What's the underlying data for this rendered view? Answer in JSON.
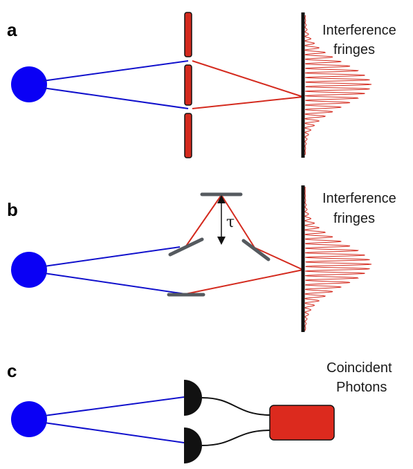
{
  "panels": {
    "a": {
      "label": "a",
      "caption_line1": "Interference",
      "caption_line2": "fringes"
    },
    "b": {
      "label": "b",
      "caption_line1": "Interference",
      "caption_line2": "fringes",
      "delay_symbol": "τ"
    },
    "c": {
      "label": "c",
      "caption_line1": "Coincident",
      "caption_line2": "Photons"
    }
  },
  "colors": {
    "source": "#0a00f5",
    "incoming_ray": "#1010cc",
    "outgoing_ray": "#d42a1e",
    "slit": "#d42a1e",
    "screen": "#111111",
    "fringe": "#d42a1e",
    "mirror": "#555a5f",
    "detector": "#111111",
    "counter": "#dc2a1e",
    "wire": "#111111"
  }
}
